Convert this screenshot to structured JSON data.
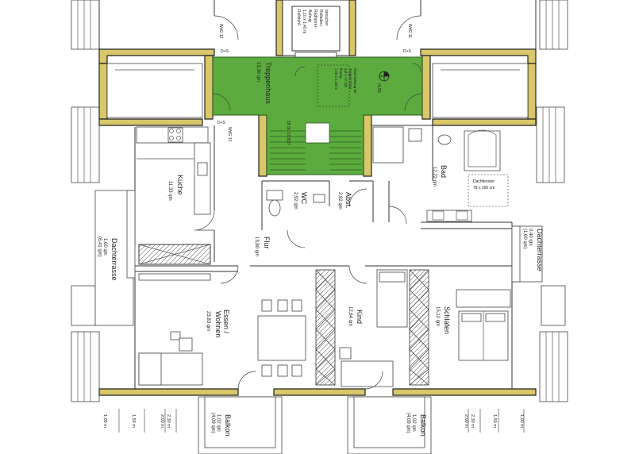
{
  "rooms": {
    "treppenhaus": {
      "name": "Treppenhaus",
      "area": "13,36 qm"
    },
    "kueche": {
      "name": "Küche",
      "area": "11,33 qm"
    },
    "dachterrasse_links": {
      "name": "Dachterrasse",
      "area": "1,60 qm",
      "area_half": "(6,41 qm)"
    },
    "flur": {
      "name": "Flur",
      "area": "13,80 qm"
    },
    "wc": {
      "name": "WC",
      "area": "2,92 qm"
    },
    "abst": {
      "name": "Abst.",
      "area": "2,92 qm"
    },
    "bad": {
      "name": "Bad",
      "area": "12,22 qm"
    },
    "dachterrasse_rechts": {
      "name": "Dachterrasse",
      "area": "0,40 qm",
      "area_half": "(1,60 qm)"
    },
    "essen_wohnen": {
      "name": "Essen /\nWohnen",
      "line1": "Essen /",
      "line2": "Wohnen",
      "area": "23,83 qm"
    },
    "kind": {
      "name": "Kind",
      "area": "12,64 qm"
    },
    "schlafen": {
      "name": "Schlafen",
      "area": "15,12 qm"
    },
    "balkon_links": {
      "name": "Balkon",
      "area": "1,02 qm",
      "area_half": "(4,09 qm)"
    },
    "balkon_rechts": {
      "name": "Balkon",
      "area": "1,02 qm",
      "area_half": "(4,09 qm)"
    }
  },
  "annotations": {
    "aufzug": [
      "Aufzug",
      "1,10 x 1,40 m",
      "Rollstuhl-",
      "Radfahrer-",
      "Rolladen-",
      "besucher"
    ],
    "dachfenster": "Dachfenster",
    "dachfenster_size": "78 x 160 cm",
    "rauchabzug": [
      "Rauchabzug für",
      "Treppenhaus",
      "auf 1 m² Öff.",
      "ffnung",
      "1,00 x 1,00 m"
    ],
    "stair_level": "+5,50",
    "wdg_labels": [
      "WdG 12",
      "WdG 11",
      "WdG 13"
    ],
    "door_tags": [
      "D+S",
      "D+S",
      "D+S"
    ],
    "stair_note": "18 St. 17,8/27"
  },
  "dimensions": {
    "left": [
      "1,00 m",
      "1,50 m",
      "2,00 m",
      "2,30 m"
    ],
    "right": [
      "2,00 m",
      "2,30 m",
      "1,50 m",
      "1,00 m"
    ]
  },
  "colors": {
    "wall": "#d9c76a",
    "stair": "#5bab3e"
  }
}
